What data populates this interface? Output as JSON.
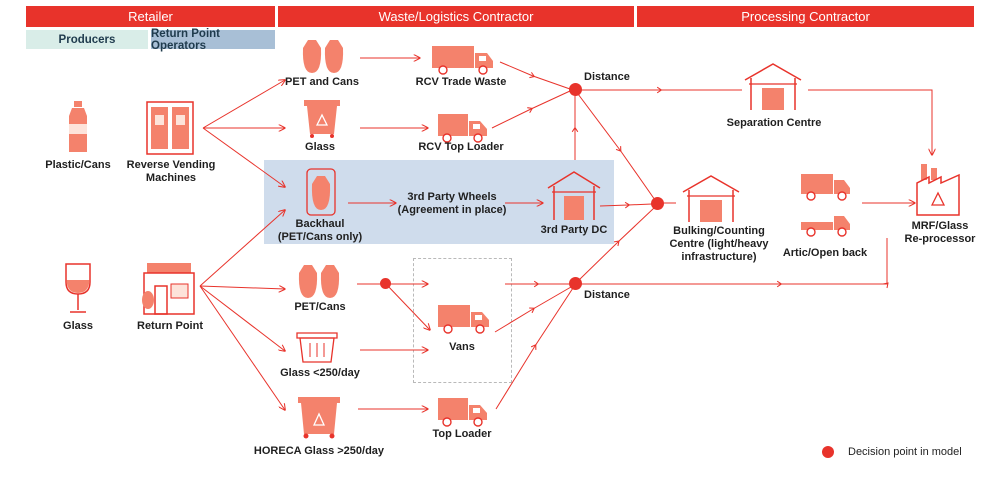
{
  "headers": {
    "retailer": "Retailer",
    "waste_contractor": "Waste/Logistics Contractor",
    "processing_contractor": "Processing Contractor"
  },
  "subheaders": {
    "producers": "Producers",
    "return_point_operators": "Return Point Operators"
  },
  "sources": {
    "plastic_cans": "Plastic/Cans",
    "glass": "Glass",
    "reverse_vending": "Reverse Vending Machines",
    "return_point": "Return Point"
  },
  "streams": {
    "pet_and_cans": "PET and Cans",
    "glass": "Glass",
    "backhaul": "Backhaul",
    "backhaul_note": "(PET/Cans only)",
    "pet_cans": "PET/Cans",
    "glass_low": "Glass <250/day",
    "horeca_glass": "HORECA Glass >250/day"
  },
  "transport": {
    "rcv_trade_waste": "RCV Trade Waste",
    "rcv_top_loader": "RCV Top Loader",
    "third_party_wheels": "3rd Party Wheels",
    "third_party_wheels_note": "(Agreement in place)",
    "third_party_dc": "3rd Party DC",
    "vans": "Vans",
    "top_loader": "Top Loader"
  },
  "decisions": {
    "distance_top": "Distance",
    "distance_bottom": "Distance"
  },
  "processing": {
    "separation_centre": "Separation Centre",
    "bulking_centre": "Bulking/Counting Centre (light/heavy infrastructure)",
    "artic": "Artic/Open back",
    "mrf": "MRF/Glass Re-processor"
  },
  "legend": {
    "decision_point": "Decision point in model"
  },
  "colors": {
    "accent": "#e8332b",
    "icon_fill": "#f4826c",
    "subheader_producers": "#d9ede8",
    "subheader_rpo": "#a8bfd6",
    "highlight": "#cfdcec"
  }
}
